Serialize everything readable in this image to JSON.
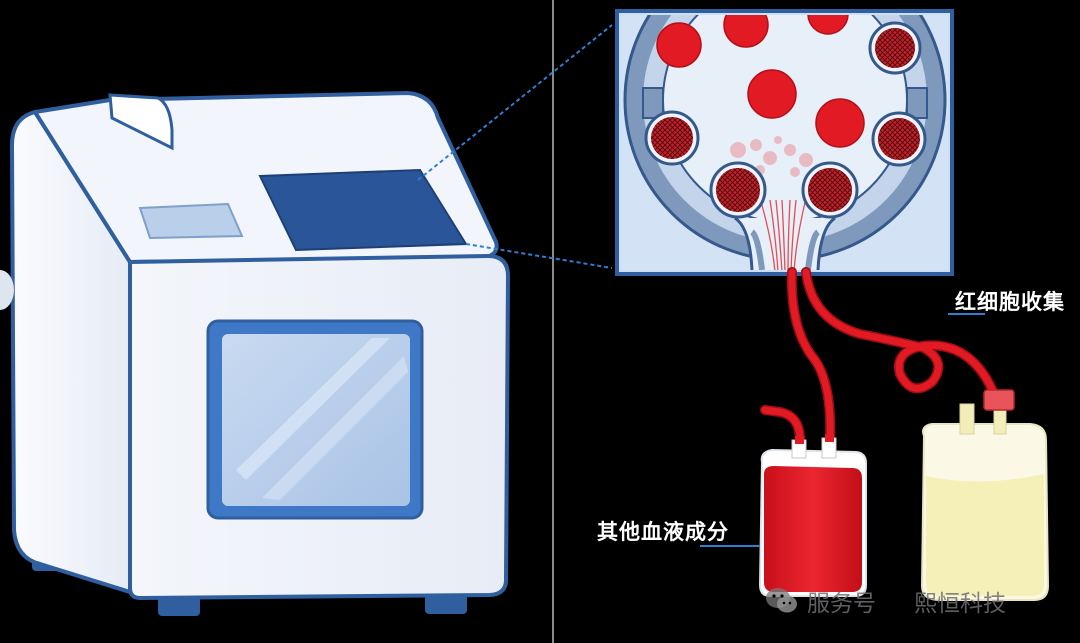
{
  "labels": {
    "red_cell_collection": "红细胞收集",
    "other_blood_components": "其他血液成分"
  },
  "watermark": {
    "left_text": "服务号",
    "right_text": "熙恒科技",
    "icon": "wechat-icon"
  },
  "colors": {
    "background": "#000000",
    "machine_body": "#eef2f9",
    "machine_outline": "#2f5f9e",
    "screen_blue": "#2a5598",
    "blood_red": "#e11a24",
    "plasma_yellow": "#f6f2c2",
    "filter_ring": "#7f99bd",
    "callout_line": "#2e7fd0"
  }
}
